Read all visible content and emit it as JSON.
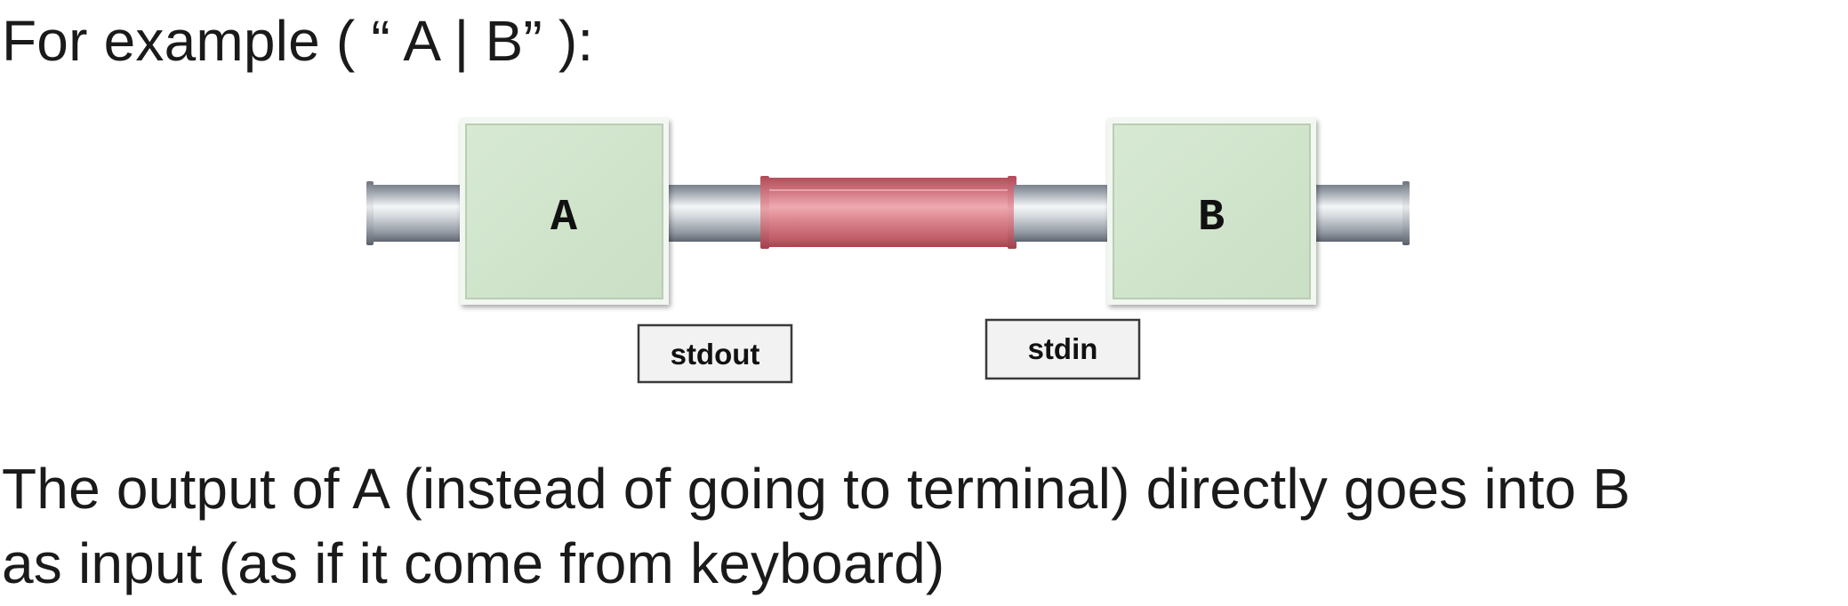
{
  "heading": "For example ( “ A | B” ):",
  "diagram": {
    "process_a_label": "A",
    "process_b_label": "B",
    "stdout_label": "stdout",
    "stdin_label": "stdin",
    "colors": {
      "box_fill": "#d3e6cf",
      "box_edge": "#b9cdb4",
      "pipe_gray": "#b5bac2",
      "pipe_red": "#d9838c",
      "tag_border": "#3a3a3a"
    }
  },
  "explanation": {
    "line1": "The output of A (instead of going to terminal) directly goes into B",
    "line2": "as input (as if it come from keyboard)"
  }
}
